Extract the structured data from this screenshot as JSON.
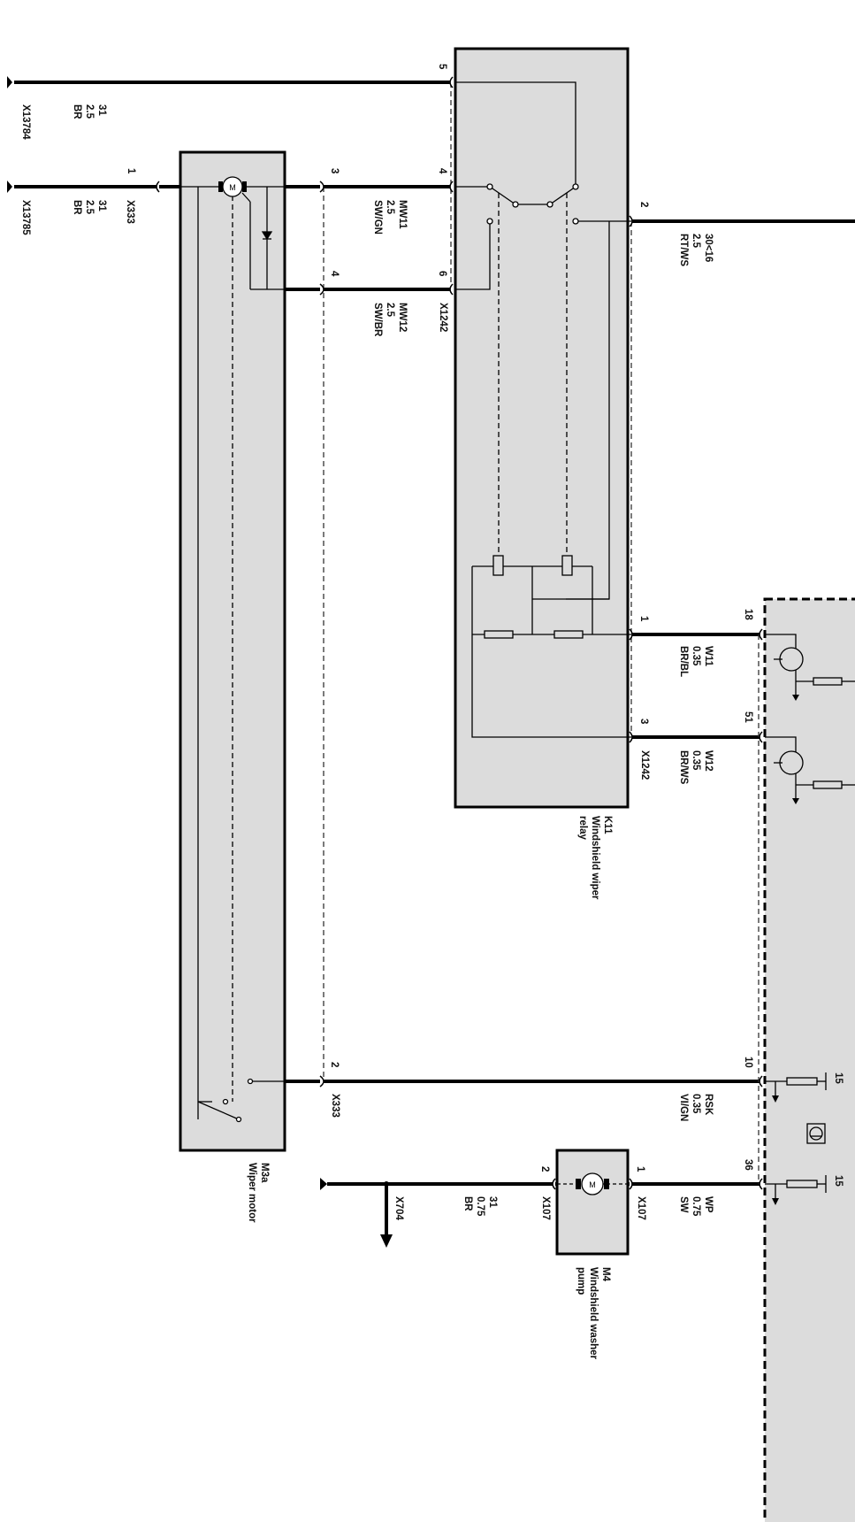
{
  "colors": {
    "component_fill": "#dcdcdc",
    "wire": "#000000",
    "background": "#ffffff"
  },
  "ground_top": {
    "connector": "X13784",
    "lines": [
      "31",
      "2.5",
      "BR"
    ]
  },
  "ground_motor": {
    "connector": "X13785",
    "lines": [
      "31",
      "2.5",
      "BR"
    ]
  },
  "x333": {
    "connector": "X333",
    "pin1": "1",
    "pin2": "2",
    "pin3": "3",
    "pin4": "4"
  },
  "wire_mw11": {
    "lines": [
      "MW11",
      "2.5",
      "SW/GN"
    ]
  },
  "wire_mw12": {
    "lines": [
      "MW12",
      "2.5",
      "SW/BR"
    ]
  },
  "k11": {
    "lines": [
      "K11",
      "Windshield wiper",
      "relay"
    ],
    "connector": "X1242",
    "pin5": "5",
    "pin4": "4",
    "pin6": "6",
    "pin2": "2",
    "pin1": "1",
    "pin3": "3"
  },
  "wire_30": {
    "lines": [
      "30<16",
      "2.5",
      "RT/WS"
    ]
  },
  "wire_w11": {
    "lines": [
      "W11",
      "0.35",
      "BR/BL"
    ],
    "pin": "18"
  },
  "wire_w12": {
    "lines": [
      "W12",
      "0.35",
      "BR/WS"
    ],
    "pin": "51"
  },
  "wire_rsk": {
    "lines": [
      "RSK",
      "0.35",
      "VI/GN"
    ],
    "pin": "10"
  },
  "m3a": {
    "lines": [
      "M3a",
      "Wiper motor"
    ]
  },
  "m4": {
    "lines": [
      "M4",
      "Windshield washer",
      "pump"
    ],
    "connector": "X107",
    "pin1": "1",
    "pin2": "2"
  },
  "wire_wp": {
    "lines": [
      "WP",
      "0.75",
      "SW"
    ],
    "pin": "36"
  },
  "wire_pump_ground": {
    "lines": [
      "31",
      "0.75",
      "BR"
    ],
    "connector": "X704"
  },
  "supply_label": "15",
  "motor_symbol": "M"
}
